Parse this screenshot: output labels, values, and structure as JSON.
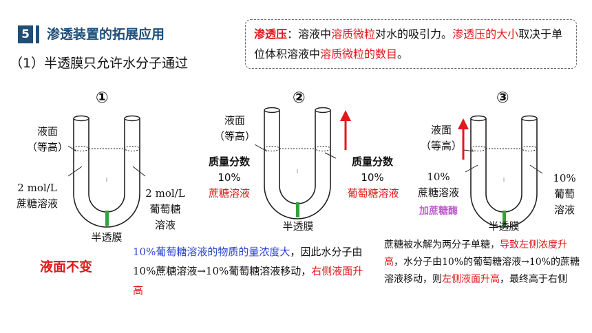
{
  "header": {
    "section_number": "5",
    "section_title": "渗透装置的拓展应用",
    "subtitle": "（1）半透膜只允许水分子通过"
  },
  "definition": {
    "term": "渗透压",
    "colon": "：溶液中",
    "hl1": "溶质微粒",
    "t1": "对水的吸引力。",
    "hl2": "渗透压的大小",
    "t2": "取决于单位体积溶液中",
    "hl3": "溶质微粒的数目",
    "end": "。"
  },
  "diagrams": [
    {
      "number": "①",
      "level_label": "液面\n（等高）",
      "left_label": "2 mol/L\n蔗糖溶液",
      "right_label": "2 mol/L\n葡萄糖\n溶液",
      "membrane_label": "半透膜",
      "result": "液面不变"
    },
    {
      "number": "②",
      "level_label": "液面\n（等高）",
      "left_mass_label": "质量分数",
      "left_conc": "10%",
      "left_solution": "蔗糖溶液",
      "right_mass_label": "质量分数",
      "right_conc": "10%",
      "right_solution": "葡萄糖溶液",
      "membrane_label": "半透膜",
      "note": {
        "hl": "10%葡萄糖溶液的物质的量浓度大",
        "t1": "，因此水分子由10%蔗糖溶液→10%葡萄糖溶液移动，",
        "hl2": "右侧液面升高"
      }
    },
    {
      "number": "③",
      "level_label": "液面\n（等高）",
      "left_label": "10%\n蔗糖溶液",
      "enzyme_label": "加蔗糖酶",
      "right_label": "10%\n葡萄\n溶液",
      "membrane_label": "半透膜",
      "note": {
        "t1": "蔗糖被水解为两分子单糖，",
        "hl1": "导致左侧浓度升高",
        "t2": "，水分子由10%的葡萄糖溶液→10%的蔗糖溶液移动，则",
        "hl2": "左侧液面升高",
        "t3": "，最终高于右侧"
      }
    }
  ],
  "colors": {
    "title_blue": "#1f4e79",
    "highlight_red": "#e0191b",
    "highlight_blue": "#2a3fd0",
    "enzyme_purple": "#c05bd0",
    "membrane_green": "#2fa43a"
  }
}
